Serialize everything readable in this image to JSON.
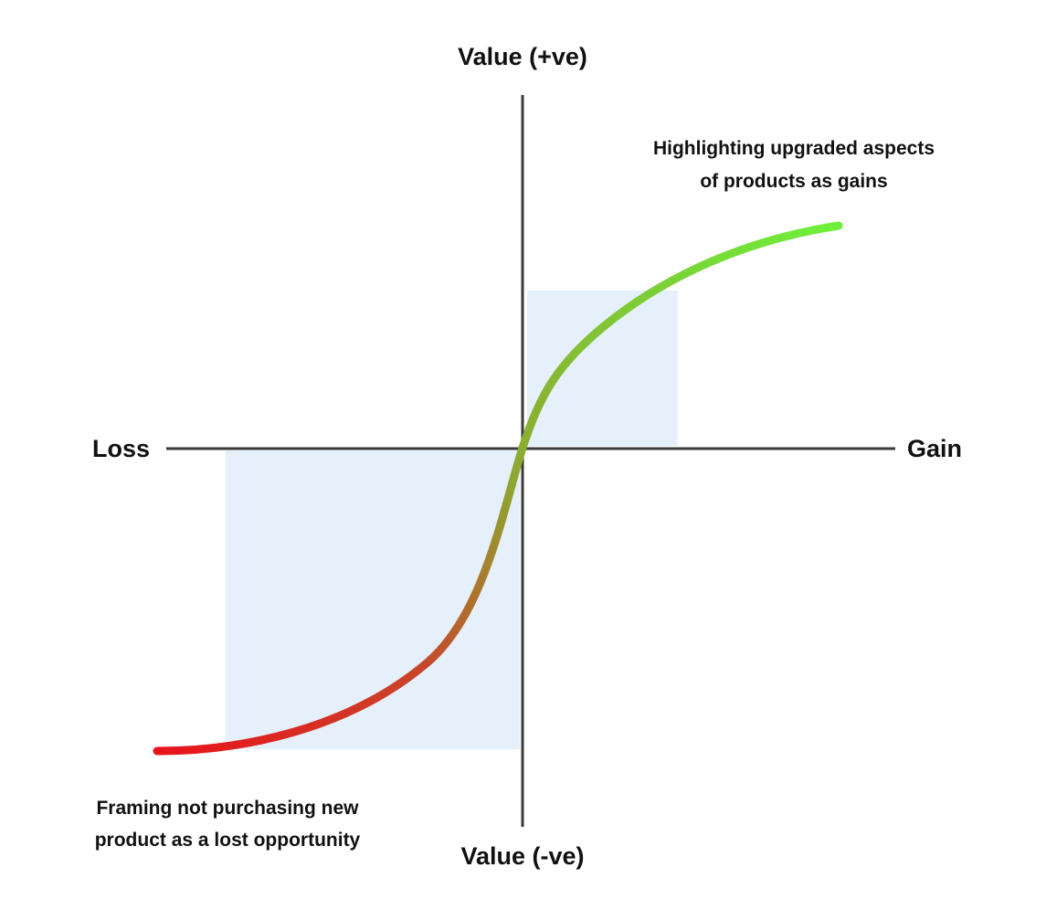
{
  "labels": {
    "value_positive": "Value (+ve)",
    "value_negative": "Value (-ve)",
    "loss": "Loss",
    "gain": "Gain"
  },
  "annotations": {
    "gain_note": [
      "Highlighting upgraded aspects",
      "of products as gains"
    ],
    "loss_note": [
      "Framing not purchasing new",
      "product as a lost opportunity"
    ]
  },
  "colors": {
    "axis": "#3a3a3a",
    "shade": "#e6f0fb",
    "curve_loss": "#e8141b",
    "curve_mid": "#8ea832",
    "curve_gain": "#6ef03a"
  }
}
